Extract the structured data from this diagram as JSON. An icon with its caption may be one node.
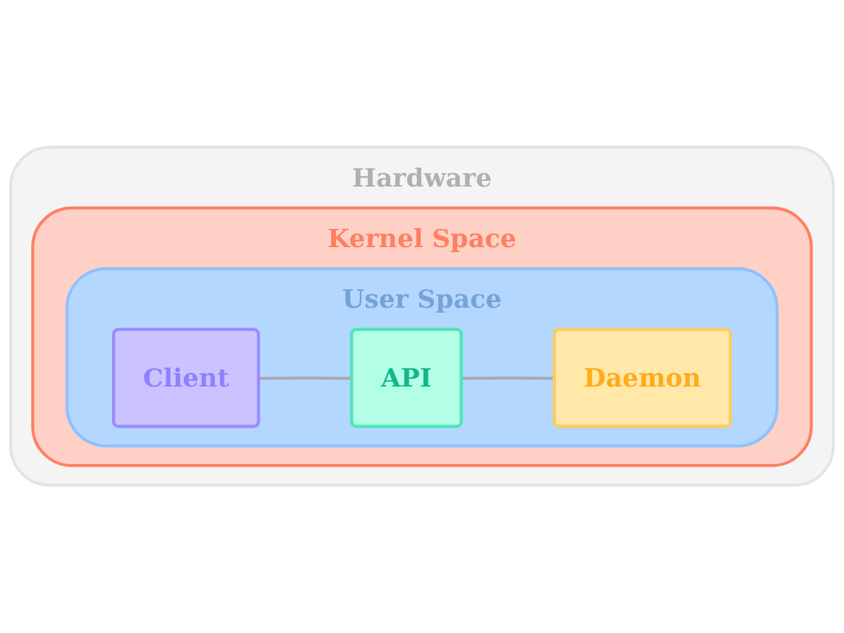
{
  "diagram": {
    "nodes": [
      {
        "text": [
          "Hardware"
        ]
      },
      {
        "text": [
          "Kernel Space"
        ],
        "in": 0
      },
      {
        "text": [
          "User Space"
        ],
        "in": 1
      },
      {
        "text": [
          "Client"
        ],
        "in": 2
      },
      {
        "text": [
          "API"
        ],
        "in": 2
      },
      {
        "text": [
          "Daemon"
        ],
        "in": 2
      }
    ],
    "edges": [
      {
        "from": 3,
        "to": 4,
        "arrow": "none"
      },
      {
        "from": 4,
        "to": 5,
        "arrow": "none"
      }
    ]
  }
}
